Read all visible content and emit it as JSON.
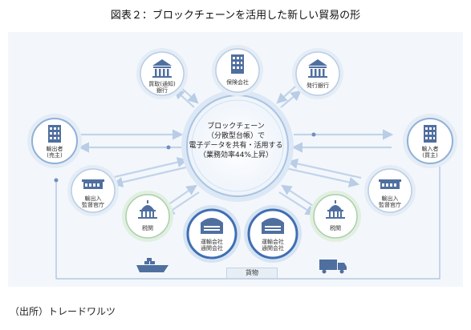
{
  "title": "図表２：ブロックチェーンを活用した新しい貿易の形",
  "center": {
    "line1": "ブロックチェーン",
    "line2": "（分散型台帳）で",
    "line3": "電子データを共有・活用する",
    "line4": "（業務効率44%上昇）"
  },
  "nodes": {
    "buyer_bank": {
      "line1": "買取(通知)",
      "line2": "銀行"
    },
    "insurance": {
      "line1": "保険会社",
      "line2": ""
    },
    "issuing_bank": {
      "line1": "発行銀行",
      "line2": ""
    },
    "exporter": {
      "line1": "輸出者",
      "line2": "(売主)"
    },
    "importer": {
      "line1": "輸入者",
      "line2": "(買主)"
    },
    "export_authority": {
      "line1": "輸出入",
      "line2": "監督官庁"
    },
    "import_authority": {
      "line1": "輸出入",
      "line2": "監督官庁"
    },
    "customs_left": {
      "line1": "税関",
      "line2": ""
    },
    "customs_right": {
      "line1": "税関",
      "line2": ""
    },
    "carrier_left": {
      "line1": "運輸会社",
      "line2": "通関会社"
    },
    "carrier_right": {
      "line1": "運輸会社",
      "line2": "通関会社"
    }
  },
  "goods_label": "貨物",
  "source": "（出所）トレードワルツ",
  "colors": {
    "ring_light": "#dbe6f2",
    "ring_mid": "#b7cde6",
    "ring_dark": "#4a78b6",
    "icon_blue": "#4f6f9f",
    "icon_green": "#8fbf8f",
    "panel_bg": "#f3f7fb",
    "arrow": "#b9cde6",
    "line": "#a8bedc"
  },
  "icons": {
    "buyer_bank": "bank-icon",
    "insurance": "office-building-icon",
    "issuing_bank": "bank-icon",
    "exporter": "office-building-icon",
    "importer": "office-building-icon",
    "export_authority": "government-building-icon",
    "import_authority": "government-building-icon",
    "customs_left": "capitol-dome-icon",
    "customs_right": "capitol-dome-icon",
    "carrier_left": "warehouse-icon",
    "carrier_right": "warehouse-icon",
    "ship": "cargo-ship-icon",
    "truck": "truck-icon"
  }
}
